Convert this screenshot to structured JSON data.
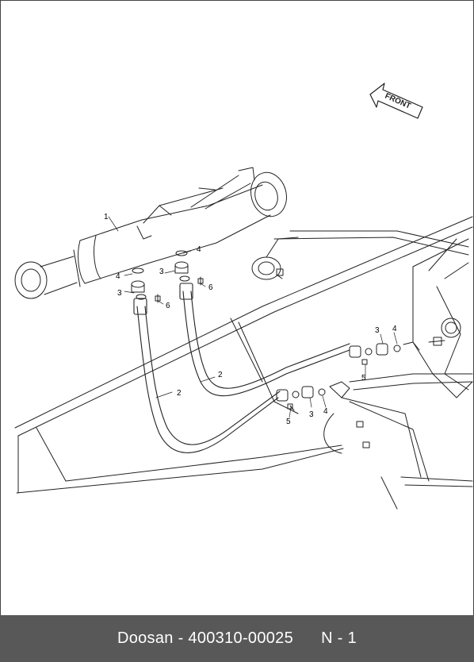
{
  "direction_label": "FRONT",
  "callouts": [
    {
      "id": "c1",
      "text": "1"
    },
    {
      "id": "c2a",
      "text": "2"
    },
    {
      "id": "c2b",
      "text": "2"
    },
    {
      "id": "c3a",
      "text": "3"
    },
    {
      "id": "c3b",
      "text": "3"
    },
    {
      "id": "c3c",
      "text": "3"
    },
    {
      "id": "c3d",
      "text": "3"
    },
    {
      "id": "c4a",
      "text": "4"
    },
    {
      "id": "c4b",
      "text": "4"
    },
    {
      "id": "c4c",
      "text": "4"
    },
    {
      "id": "c4d",
      "text": "4"
    },
    {
      "id": "c5a",
      "text": "5"
    },
    {
      "id": "c5b",
      "text": "5"
    },
    {
      "id": "c6a",
      "text": "6"
    },
    {
      "id": "c6b",
      "text": "6"
    }
  ],
  "footer": {
    "brand": "Doosan",
    "separator": "-",
    "part_number": "400310-00025",
    "sheet": "N - 1"
  },
  "colors": {
    "footer_bg": "#585858",
    "line": "#222222"
  }
}
